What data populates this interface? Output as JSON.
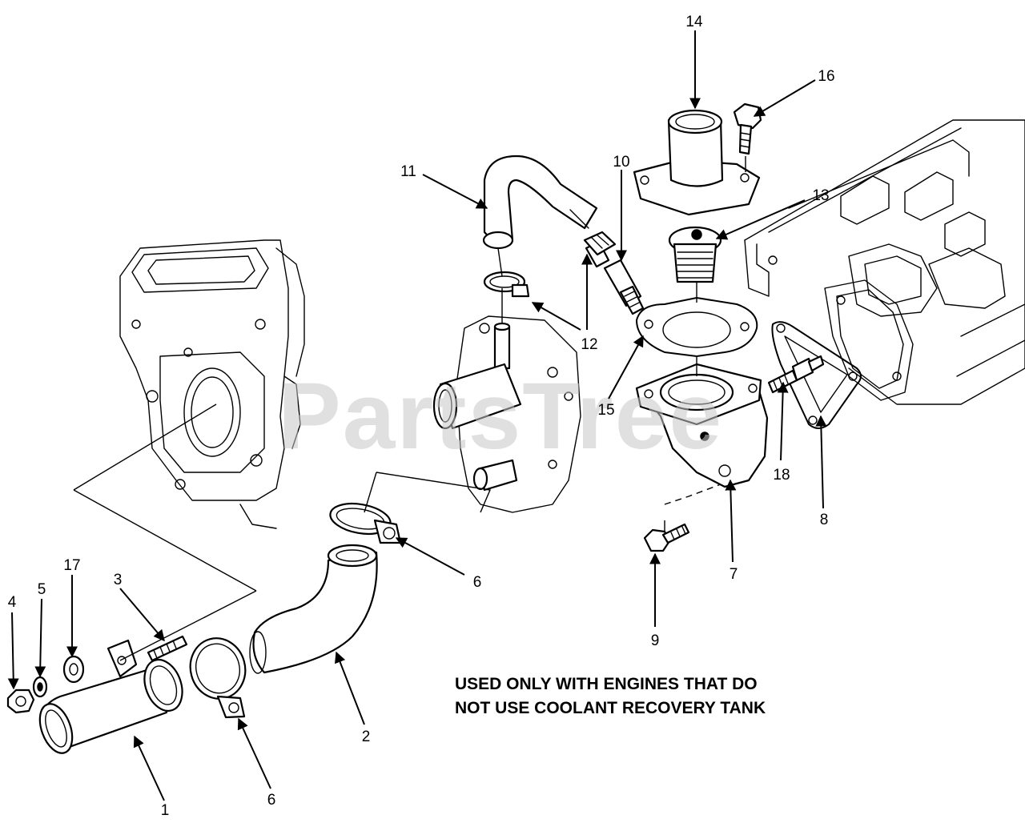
{
  "watermark": "PartsTree",
  "note": {
    "line1": "USED ONLY WITH ENGINES THAT DO",
    "line2": "NOT USE COOLANT RECOVERY TANK"
  },
  "callouts": {
    "c1": "1",
    "c2": "2",
    "c3": "3",
    "c4": "4",
    "c5": "5",
    "c6a": "6",
    "c6b": "6",
    "c7": "7",
    "c8": "8",
    "c9": "9",
    "c10": "10",
    "c11": "11",
    "c12": "12",
    "c13": "13",
    "c14": "14",
    "c15": "15",
    "c16": "16",
    "c17": "17",
    "c18": "18"
  },
  "colors": {
    "ink": "#000000",
    "watermark": "#c8c8c8",
    "background": "#ffffff"
  }
}
